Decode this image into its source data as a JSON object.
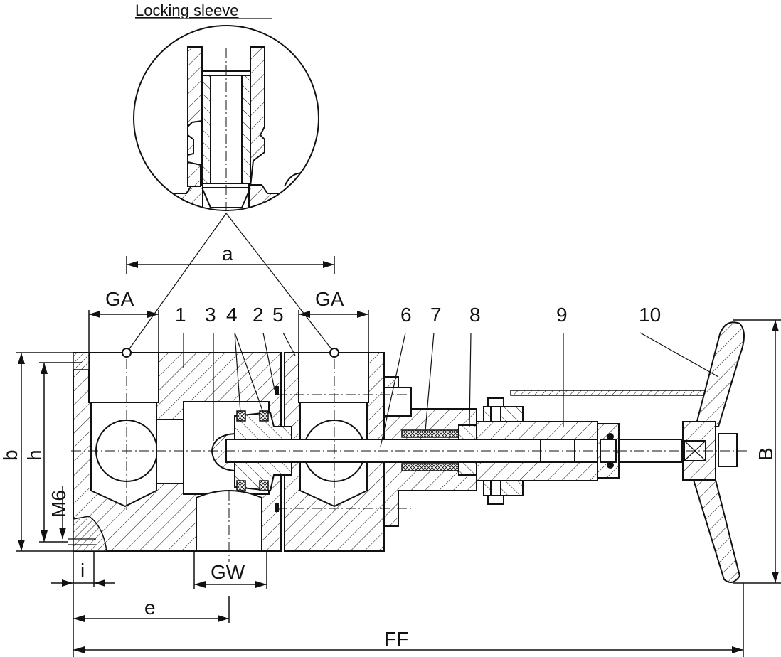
{
  "title": "Locking sleeve",
  "detail_view": {
    "label": "Locking sleeve"
  },
  "part_numbers": [
    "1",
    "3",
    "4",
    "2",
    "5",
    "6",
    "7",
    "8",
    "9",
    "10"
  ],
  "dimensions": {
    "a": "a",
    "GA_left": "GA",
    "GA_right": "GA",
    "b": "b",
    "h": "h",
    "M6": "M6",
    "i": "i",
    "GW": "GW",
    "e": "e",
    "FF": "FF",
    "B": "B"
  },
  "colors": {
    "ink": "#111111",
    "paper": "#ffffff"
  }
}
